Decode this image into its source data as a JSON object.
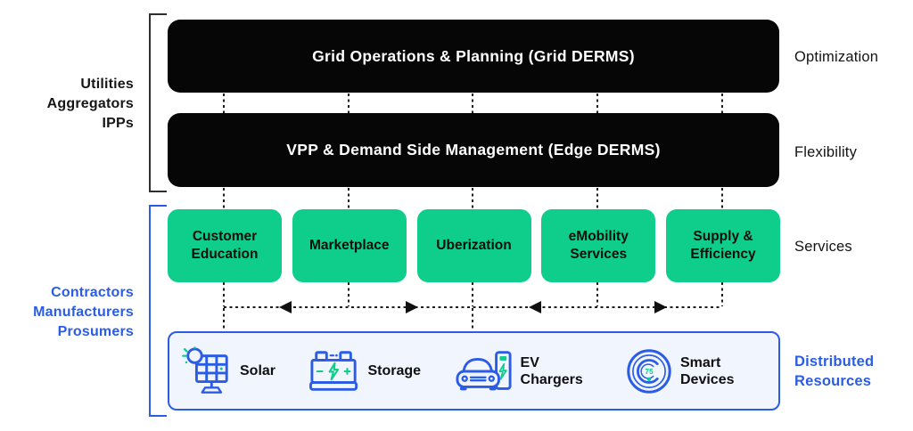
{
  "colors": {
    "green": "#0FCE8C",
    "blue": "#2B5CE6",
    "bar_black": "#060606",
    "panel_bg": "#F1F5FD"
  },
  "left_groups": {
    "top": {
      "line1": "Utilities",
      "line2": "Aggregators",
      "line3": "IPPs"
    },
    "bottom": {
      "line1": "Contractors",
      "line2": "Manufacturers",
      "line3": "Prosumers"
    }
  },
  "bars": {
    "grid": {
      "label": "Grid Operations & Planning (Grid DERMS)",
      "tag": "Optimization"
    },
    "edge": {
      "label": "VPP & Demand Side Management (Edge DERMS)",
      "tag": "Flexibility"
    }
  },
  "services": {
    "tag": "Services",
    "boxes": [
      {
        "label": "Customer Education"
      },
      {
        "label": "Marketplace"
      },
      {
        "label": "Uberization"
      },
      {
        "label": "eMobility Services"
      },
      {
        "label": "Supply & Efficiency"
      }
    ]
  },
  "resources": {
    "tag": "Distributed Resources",
    "items": [
      {
        "label": "Solar",
        "icon": "solar-panel-icon"
      },
      {
        "label": "Storage",
        "icon": "battery-storage-icon"
      },
      {
        "label": "EV Chargers",
        "icon": "ev-charger-icon"
      },
      {
        "label": "Smart Devices",
        "icon": "smart-thermostat-icon"
      }
    ]
  }
}
